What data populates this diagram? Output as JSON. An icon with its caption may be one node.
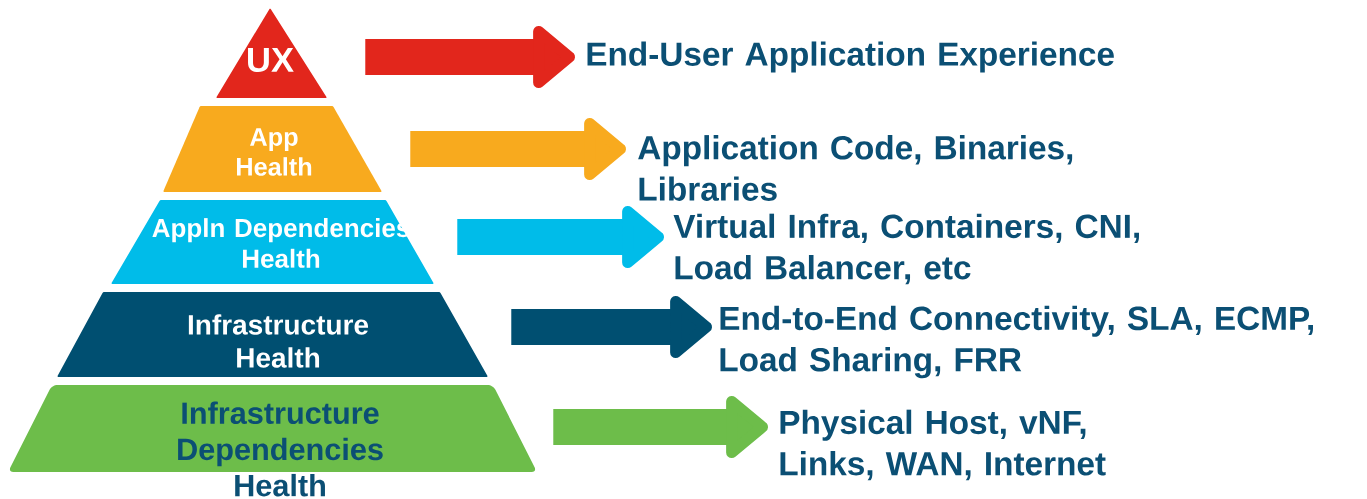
{
  "diagram": {
    "nodes": [
      {
        "text": [
          "UX"
        ]
      },
      {
        "text": [
          "App Health"
        ]
      },
      {
        "text": [
          "Appln Dependencies Health"
        ]
      },
      {
        "text": [
          "Infrastructure Health"
        ]
      },
      {
        "text": [
          "Infrastructure Dependencies Health"
        ]
      },
      {
        "text": [
          "End-User Application Experience"
        ]
      },
      {
        "text": [
          "Application Code, Binaries, Libraries"
        ]
      },
      {
        "text": [
          "Virtual Infra, Containers, CNI, Load Balancer, etc"
        ]
      },
      {
        "text": [
          "End-to-End Connectivity, SLA, ECMP, Load Sharing, FRR"
        ]
      },
      {
        "text": [
          "Physical Host, vNF, Links, WAN, Internet"
        ]
      }
    ],
    "edges": [
      {
        "from": 0,
        "to": 5,
        "arrow": "to",
        "color": "#e2261c"
      },
      {
        "from": 1,
        "to": 6,
        "arrow": "to",
        "color": "#f8aa1e"
      },
      {
        "from": 2,
        "to": 7,
        "arrow": "to",
        "color": "#00bce9"
      },
      {
        "from": 3,
        "to": 8,
        "arrow": "to",
        "color": "#004f71"
      },
      {
        "from": 4,
        "to": 9,
        "arrow": "to",
        "color": "#6dbd4a"
      }
    ]
  }
}
